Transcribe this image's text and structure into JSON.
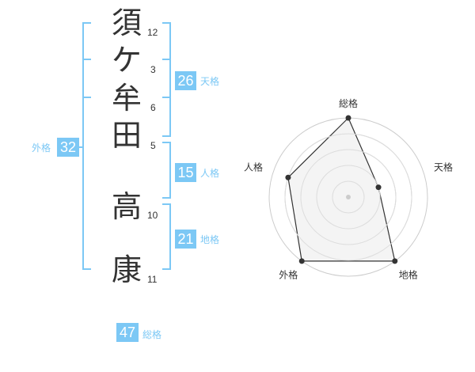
{
  "name": {
    "chars": [
      {
        "char": "須",
        "strokes": "12"
      },
      {
        "char": "ケ",
        "strokes": "3"
      },
      {
        "char": "牟",
        "strokes": "6"
      },
      {
        "char": "田",
        "strokes": "5"
      },
      {
        "char": "高",
        "strokes": "10"
      },
      {
        "char": "康",
        "strokes": "11"
      }
    ]
  },
  "grids": {
    "tenkaku": {
      "label": "天格",
      "value": "26"
    },
    "jinkaku": {
      "label": "人格",
      "value": "15"
    },
    "chikaku": {
      "label": "地格",
      "value": "21"
    },
    "gaikaku": {
      "label": "外格",
      "value": "32"
    },
    "soukaku": {
      "label": "総格",
      "value": "47"
    }
  },
  "colors": {
    "accent": "#7cc8f5",
    "text": "#333333",
    "radar_fill": "#f2f2f2",
    "radar_grid": "#cccccc"
  },
  "chart_data": {
    "type": "radar",
    "axes": [
      "総格",
      "天格",
      "地格",
      "外格",
      "人格"
    ],
    "levels": 5,
    "range": [
      0,
      5
    ],
    "values": [
      5,
      2,
      5,
      5,
      4
    ],
    "grid": true
  }
}
